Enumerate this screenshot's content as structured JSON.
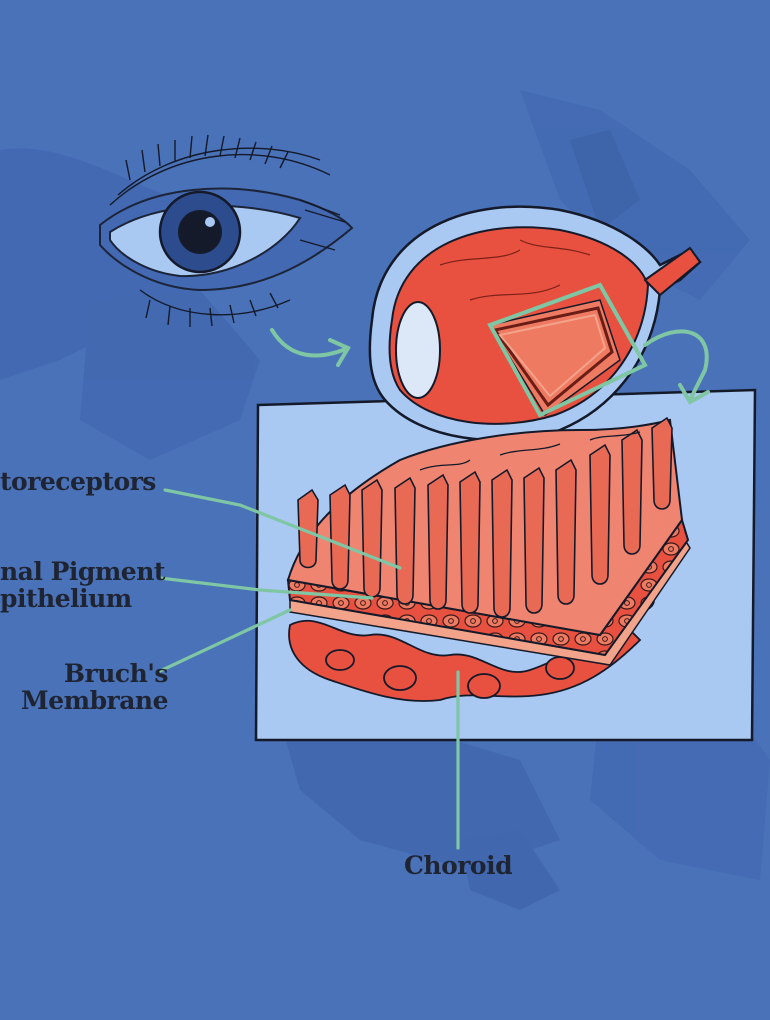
{
  "labels": {
    "photoreceptors": "toreceptors",
    "rpe_line1": "nal Pigment",
    "rpe_line2": "pithelium",
    "bruchs_line1": "Bruch's",
    "bruchs_line2": "Membrane",
    "choroid": "Choroid"
  },
  "colors": {
    "background": "#4a72b8",
    "panel": "#a9c8f2",
    "tissue_red": "#e8503f",
    "tissue_light": "#ef8570",
    "leader_line": "#7fc6a4",
    "label_text": "#1f2433"
  },
  "icons": {
    "eye_sketch": "human-eye-icon",
    "eyeball": "eyeball-cross-section-icon"
  }
}
